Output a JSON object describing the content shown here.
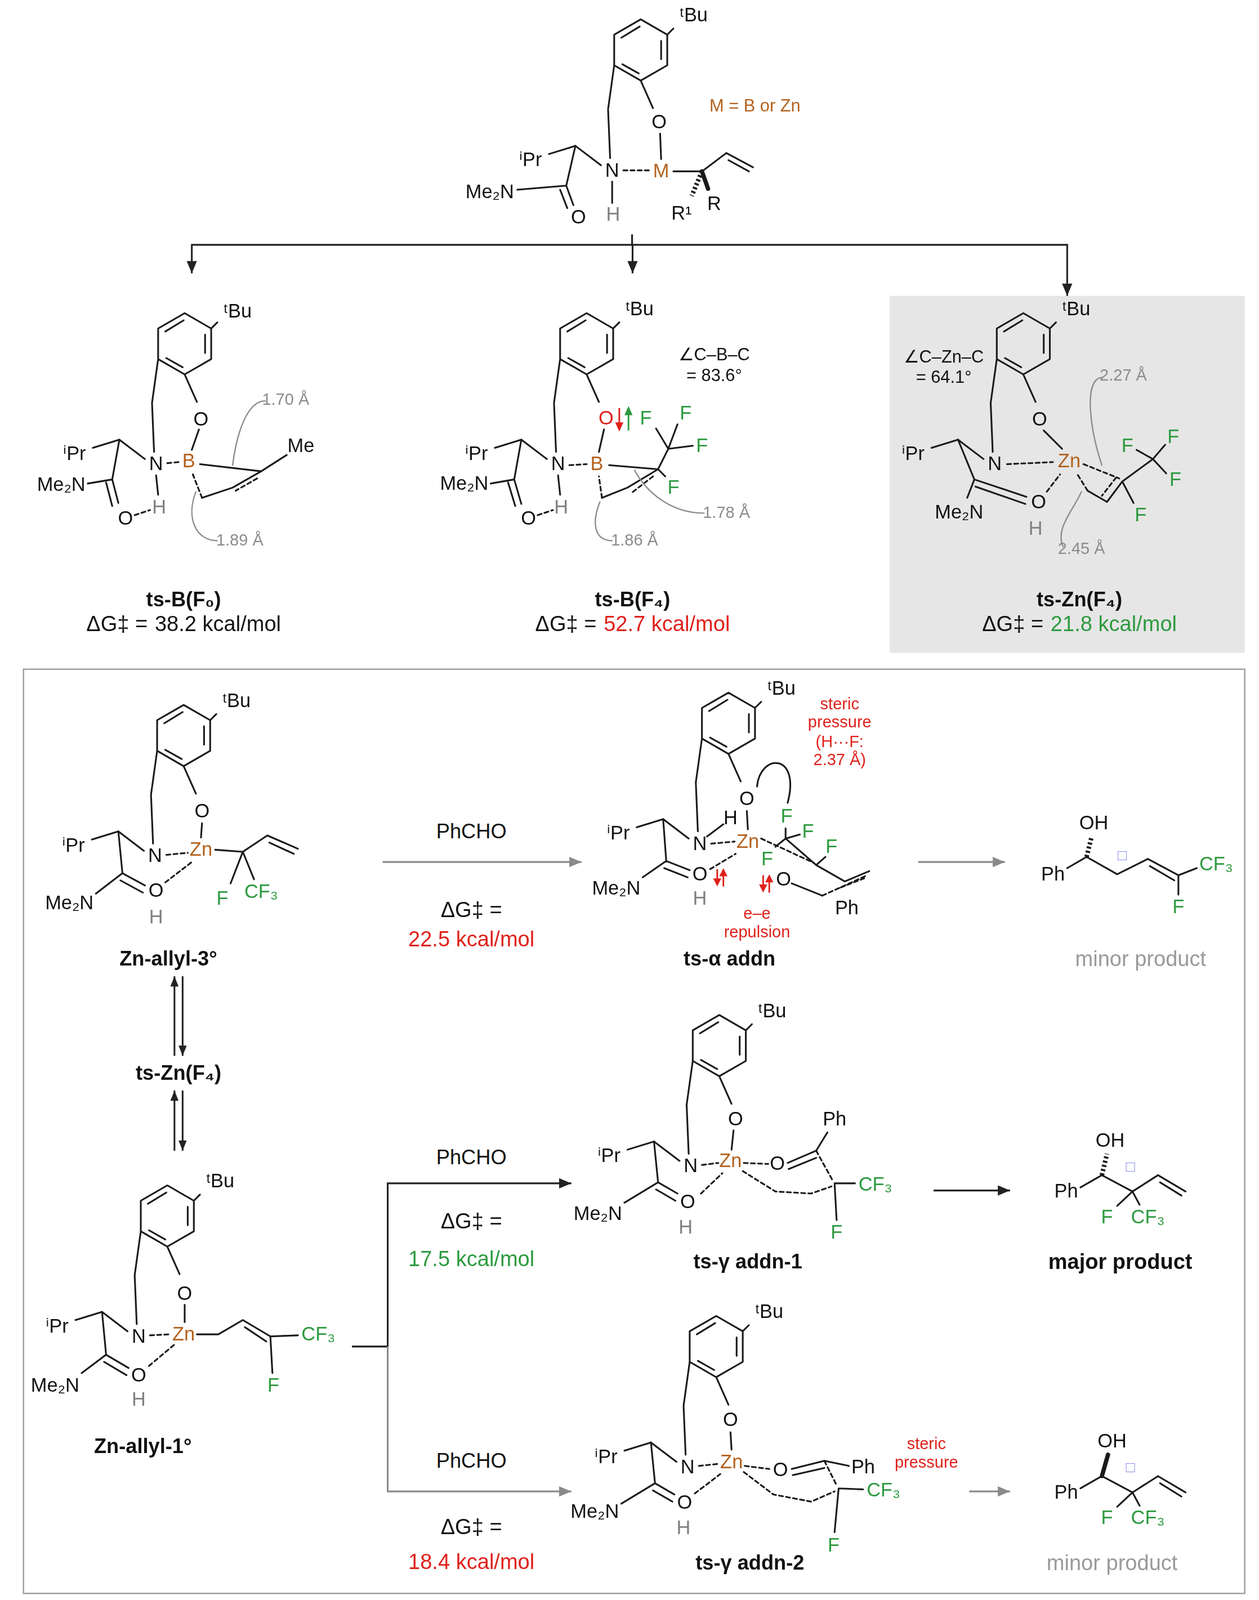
{
  "diagram": {
    "nodes": [
      {
        "text": [
          "ᵗBu",
          "M = B or Zn",
          "O",
          "ⁱPr",
          "N",
          "M",
          "Me₂N",
          "O",
          "H",
          "R¹",
          "R"
        ]
      },
      {
        "text": [
          "ᵗBu",
          "1.70 Å",
          "O",
          "Me",
          "ⁱPr",
          "N",
          "B",
          "Me₂N",
          "H",
          "O",
          "1.89 Å",
          "ts-B(F₀)",
          "ΔG‡ =",
          "38.2 kcal/mol"
        ]
      },
      {
        "text": [
          "ᵗBu",
          "∠C–B–C = 83.6°",
          "O",
          "F",
          "F",
          "F",
          "ⁱPr",
          "N",
          "B",
          "Me₂N",
          "F",
          "H",
          "O",
          "1.78 Å",
          "1.86 Å",
          "ts-B(F₄)",
          "ΔG‡ =",
          "52.7 kcal/mol"
        ]
      },
      {
        "text": [
          "ᵗBu",
          "∠C–Zn–C = 64.1°",
          "2.27 Å",
          "O",
          "F",
          "F",
          "ⁱPr",
          "N",
          "Zn",
          "F",
          "Me₂N",
          "O",
          "F",
          "H",
          "2.45 Å",
          "ts-Zn(F₄)",
          "ΔG‡ =",
          "21.8 kcal/mol"
        ]
      },
      {
        "text": [
          "ᵗBu",
          "O",
          "ⁱPr",
          "N",
          "Zn",
          "Me₂N",
          "O",
          "CF₃",
          "F",
          "H",
          "Zn-allyl-3°"
        ]
      },
      {
        "text": [
          "ᵗBu",
          "steric pressure (H···F: 2.37 Å)",
          "O",
          "F",
          "H",
          "ⁱPr",
          "N",
          "Zn",
          "F",
          "F",
          "Me₂N",
          "O",
          "O",
          "F",
          "H",
          "Ph",
          "e–e repulsion",
          "ts-α addn"
        ]
      },
      {
        "text": [
          "OH",
          "Ph",
          "□",
          "CF₃",
          "F",
          "minor product"
        ]
      },
      {
        "text": [
          "ts-Zn(F₄)"
        ]
      },
      {
        "text": [
          "ᵗBu",
          "O",
          "ⁱPr",
          "N",
          "Zn",
          "CF₃",
          "Me₂N",
          "O",
          "F",
          "H",
          "Zn-allyl-1°"
        ]
      },
      {
        "text": [
          "ᵗBu",
          "O",
          "Ph",
          "ⁱPr",
          "N",
          "Zn",
          "O",
          "CF₃",
          "Me₂N",
          "O",
          "F",
          "H",
          "ts-γ addn-1"
        ]
      },
      {
        "text": [
          "OH",
          "Ph",
          "□",
          "F",
          "CF₃",
          "major product"
        ]
      },
      {
        "text": [
          "ᵗBu",
          "O",
          "ⁱPr",
          "N",
          "Zn",
          "O",
          "Ph",
          "steric pressure",
          "CF₃",
          "Me₂N",
          "O",
          "H",
          "F",
          "ts-γ addn-2"
        ]
      },
      {
        "text": [
          "OH",
          "Ph",
          "□",
          "F",
          "CF₃",
          "minor product"
        ]
      }
    ],
    "edges": [
      {
        "from": 0,
        "to": 1,
        "arrow": "to"
      },
      {
        "from": 0,
        "to": 2,
        "arrow": "to"
      },
      {
        "from": 0,
        "to": 3,
        "arrow": "to"
      },
      {
        "from": 4,
        "to": 5,
        "label": "PhCHO",
        "arrow": "to"
      },
      {
        "from": 5,
        "to": 6,
        "arrow": "to"
      },
      {
        "from": 4,
        "to": 7,
        "arrow": "both"
      },
      {
        "from": 7,
        "to": 8,
        "arrow": "both"
      },
      {
        "from": 8,
        "to": 9,
        "label": "PhCHO",
        "arrow": "to"
      },
      {
        "from": 8,
        "to": 11,
        "label": "PhCHO",
        "arrow": "to"
      },
      {
        "from": 9,
        "to": 10,
        "arrow": "to"
      },
      {
        "from": 11,
        "to": 12,
        "arrow": "to"
      }
    ],
    "labels": [
      "ΔG‡ =",
      "22.5 kcal/mol",
      "ΔG‡ =",
      "17.5 kcal/mol",
      "ΔG‡ =",
      "18.4 kcal/mol"
    ]
  }
}
